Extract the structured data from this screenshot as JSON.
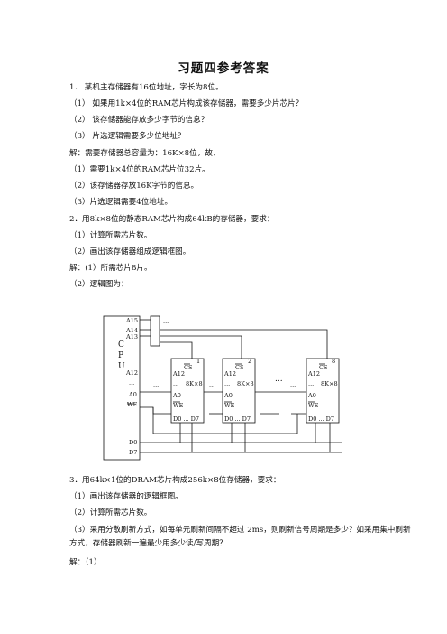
{
  "title": "习题四参考答案",
  "q1": {
    "text": "1．  某机主存储器有16位地址，字长为8位。",
    "s1": "（1）    如果用1k×4位的RAM芯片构成该存储器，需要多少片芯片？",
    "s2": "（2）     该存储器能存放多少字节的信息？",
    "s3": "（3）     片选逻辑需要多少位地址？",
    "sol": "解：需要存储器总容量为：16K×8位，故，",
    "a1": "（1）需要1k×4位的RAM芯片位32片。",
    "a2": "（2）该存储器存放16K字节的信息。",
    "a3": "（3）片选逻辑需要4位地址。"
  },
  "q2": {
    "text": "2．用8k×8位的静态RAM芯片构成64kB的存储器，要求：",
    "r1": "（1）计算所需芯片数。",
    "r2": "（2）画出该存储器组成逻辑框图。",
    "a1": "解：(1）所需芯片8片。",
    "a2": "（2）逻辑图为："
  },
  "diagram": {
    "cpu_letters": [
      "C",
      "P",
      "U"
    ],
    "pins": {
      "a15": "A15",
      "a14": "A14",
      "a13": "A13",
      "a12": "A12",
      "dots": "...",
      "a0": "A0",
      "we": "WE",
      "d0": "D0",
      "d7": "D7"
    },
    "chips": [
      {
        "num": "1",
        "cs": "CS",
        "a12": "A12",
        "dots": "...",
        "size": "8K×8",
        "a0": "A0",
        "we": "WE",
        "data": "D0 ... D7"
      },
      {
        "num": "2",
        "cs": "CS",
        "a12": "A12",
        "dots": "...",
        "size": "8K×8",
        "a0": "A0",
        "we": "WE",
        "data": "D0 ... D7"
      },
      {
        "num": "8",
        "cs": "CS",
        "a12": "A12",
        "dots": "...",
        "size": "8K×8",
        "a0": "A0",
        "we": "WE",
        "data": "D0 ... D7"
      }
    ],
    "decoder_dots": "...",
    "between_dots": "..."
  },
  "q3": {
    "text": "3．用64k×1位的DRAM芯片构成256k×8位存储器，要求：",
    "r1": "（1）画出该存储器的逻辑框图。",
    "r2": "（2）计算所需芯片数。",
    "r3": "（3）采用分散刷新方式，如每单元刷新间隔不超过 2ms，则刷新信号周期是多少？如采用集中刷新方式，存储器刷新一遍最少用多少读/写周期？",
    "sol": "解：（1）"
  }
}
